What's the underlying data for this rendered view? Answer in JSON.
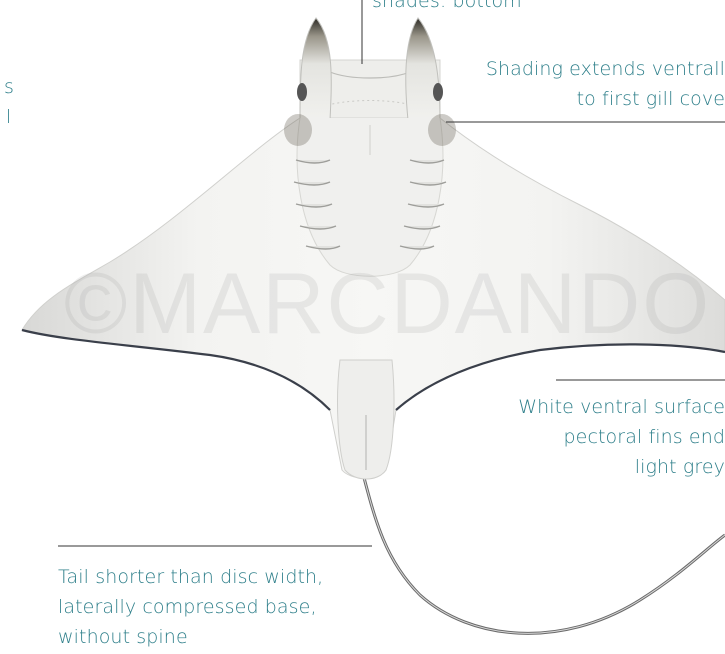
{
  "annotations": {
    "top_center_lines": [
      "shades: bottom"
    ],
    "top_left_fragments": [
      "s",
      "l"
    ],
    "top_right_lines": [
      "Shading extends ventrall",
      "to first gill cove"
    ],
    "mid_right_lines": [
      "White ventral surface",
      "pectoral fins end",
      "light grey"
    ],
    "bottom_left_lines": [
      "Tail shorter than disc width,",
      "laterally compressed base,",
      "without spine"
    ]
  },
  "watermark": "©MARCDANDO",
  "colors": {
    "label_text": "#2e7f8a",
    "leader_line": "#333333",
    "body_fill": "#f2f2f0",
    "fin_edge": "#3a3f4a"
  }
}
